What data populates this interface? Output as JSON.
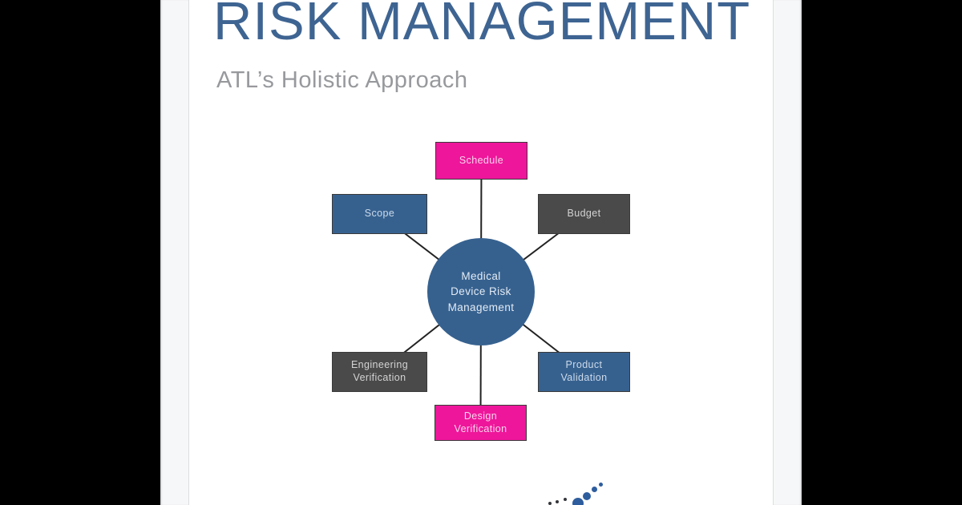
{
  "page": {
    "title": "RISK MANAGEMENT",
    "subtitle": "ATL’s Holistic Approach"
  },
  "diagram": {
    "center": {
      "label": "Medical\nDevice Risk\nManagement",
      "color": "#36618f"
    },
    "nodes": [
      {
        "id": "schedule",
        "label": "Schedule",
        "color": "#ee169b"
      },
      {
        "id": "scope",
        "label": "Scope",
        "color": "#36618f"
      },
      {
        "id": "budget",
        "label": "Budget",
        "color": "#4a4a4b"
      },
      {
        "id": "engineering-verification",
        "label": "Engineering\nVerification",
        "color": "#4a4a4b"
      },
      {
        "id": "product-validation",
        "label": "Product\nValidation",
        "color": "#36618f"
      },
      {
        "id": "design-verification",
        "label": "Design\nVerification",
        "color": "#ee169b"
      }
    ],
    "connector_color": "#222222"
  },
  "logo": {
    "description": "atl-dotted-swoosh",
    "dot_colors": [
      "#35363a",
      "#2e5d9e"
    ]
  },
  "colors": {
    "background": "#000000",
    "page": "#ffffff",
    "title": "#3e6492",
    "subtitle": "#97999c",
    "accent_pink": "#ee169b",
    "accent_blue": "#36618f",
    "accent_gray": "#4a4a4b"
  }
}
